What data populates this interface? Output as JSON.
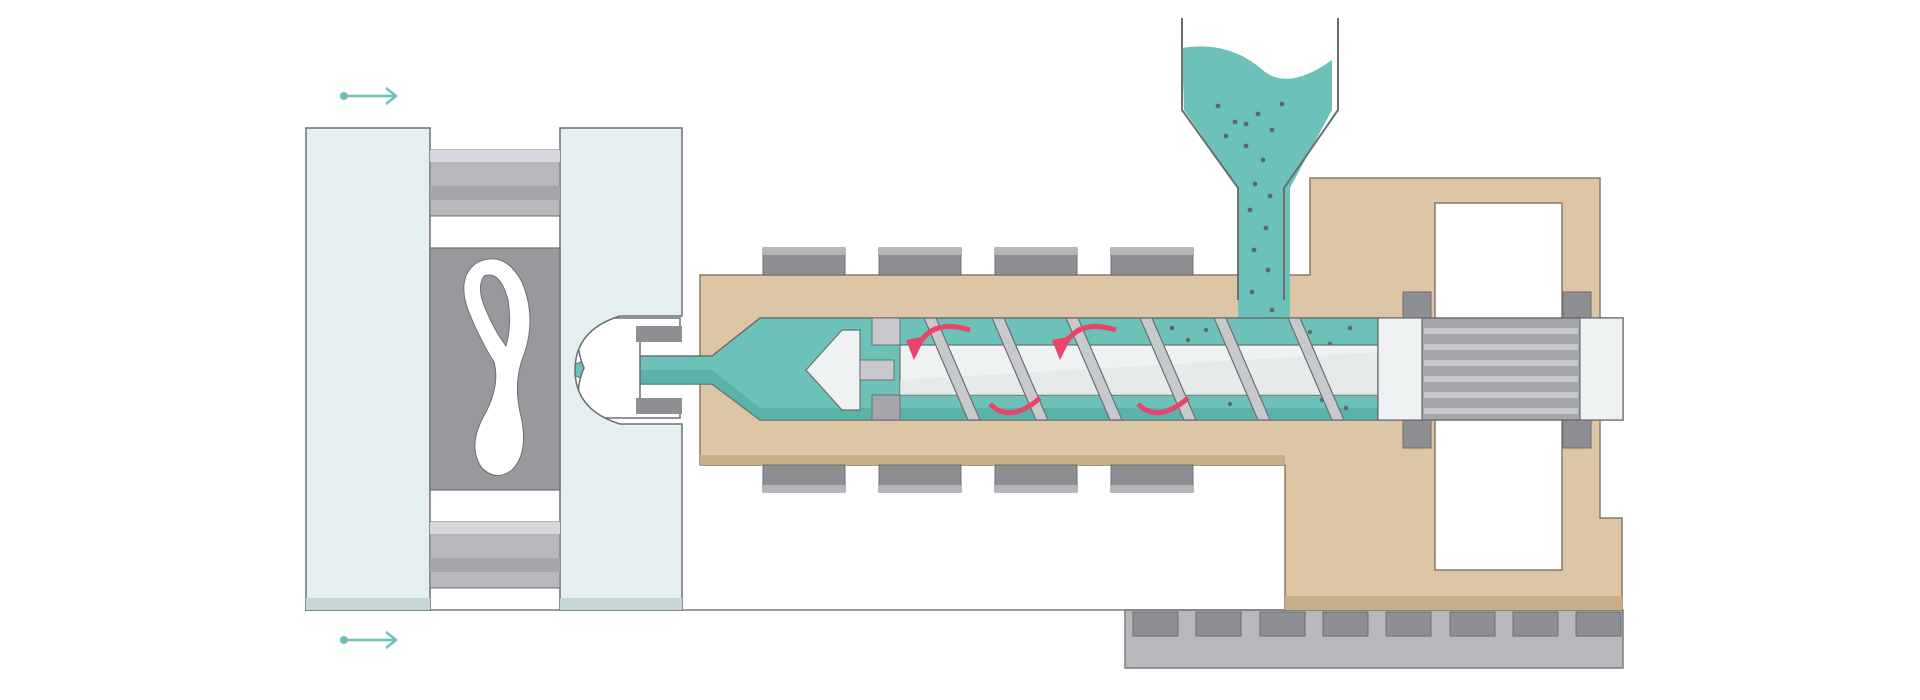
{
  "diagram": {
    "subject": "injection-molding-machine-cross-section",
    "components": [
      {
        "id": "mold-clamp",
        "icon": "mold-clamp-plates"
      },
      {
        "id": "mold-cavity",
        "icon": "spoon-shaped-part"
      },
      {
        "id": "nozzle",
        "icon": "nozzle"
      },
      {
        "id": "barrel",
        "icon": "heated-barrel"
      },
      {
        "id": "heater-bands",
        "count_top": 4,
        "count_bottom": 4
      },
      {
        "id": "screw",
        "icon": "reciprocating-screw"
      },
      {
        "id": "hopper",
        "icon": "pellet-hopper"
      },
      {
        "id": "hydraulic-unit",
        "icon": "hydraulic-cylinder"
      },
      {
        "id": "machine-base",
        "icon": "base-rail"
      }
    ],
    "arrows": [
      {
        "id": "mold-move-top",
        "direction": "right"
      },
      {
        "id": "mold-move-bottom",
        "direction": "right"
      }
    ],
    "rotation_arrows": {
      "count": 4,
      "direction": "counterclockwise"
    }
  },
  "colors": {
    "plastic_melt": "#6cc2b8",
    "plastic_dark": "#4da89d",
    "barrel": "#dcc6a6",
    "barrel_dark": "#c7ad88",
    "mold_plate": "#e4f0f0",
    "steel_gray": "#a5a6aa",
    "steel_dark": "#8e8f93",
    "steel_light": "#c8c9cc",
    "screw": "#eef2f2",
    "rotation_arrow": "#e8456b",
    "outline": "#7a7a7a"
  }
}
